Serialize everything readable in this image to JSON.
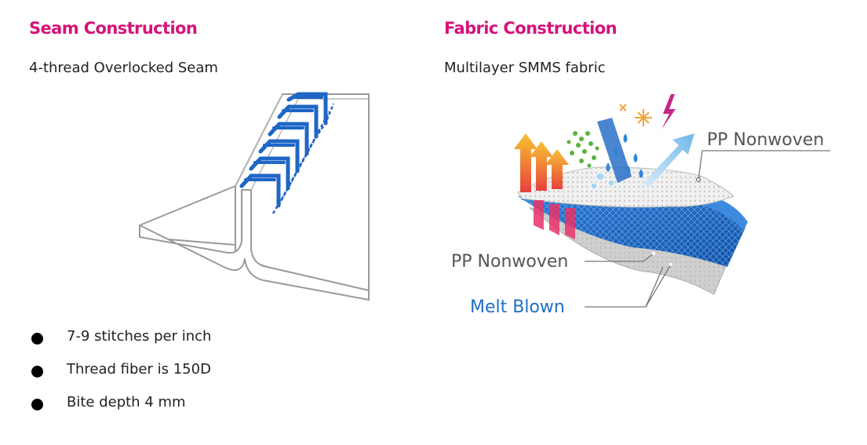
{
  "colors": {
    "heading": "#d6127a",
    "melt_blown": "#1f6ec4",
    "label_gray": "#555555",
    "thread_blue": "#1f66c7"
  },
  "seam": {
    "heading": "Seam Construction",
    "subheading": "4-thread Overlocked Seam",
    "illustration": "overlocked-seam-diagram",
    "bullets": [
      "7-9 stitches per inch",
      "Thread fiber is 150D",
      "Bite depth 4 mm"
    ]
  },
  "fabric": {
    "heading": "Fabric Construction",
    "subheading": "Multilayer SMMS fabric",
    "illustration": "smms-fabric-layers-diagram",
    "labels": {
      "top_layer": "PP Nonwoven",
      "bottom_layer": "PP Nonwoven",
      "middle_layer": "Melt Blown"
    }
  }
}
